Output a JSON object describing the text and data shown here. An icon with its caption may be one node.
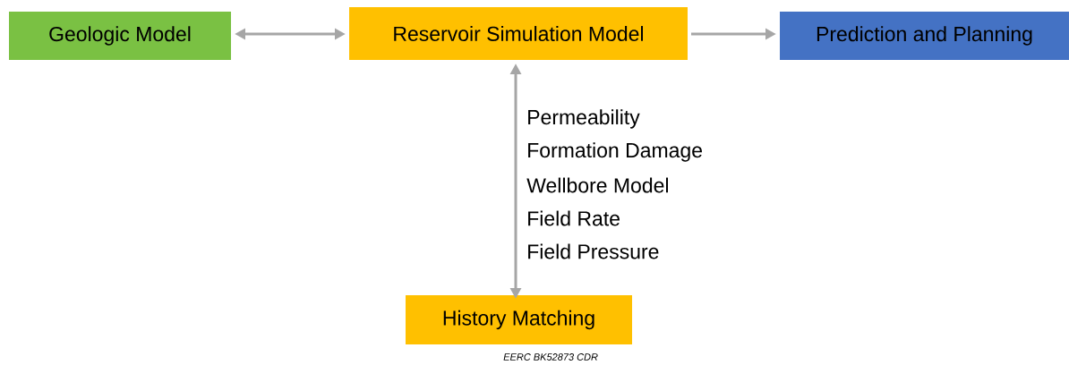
{
  "diagram": {
    "nodes": [
      {
        "text": [
          "Geologic Model"
        ]
      },
      {
        "text": [
          "Reservoir Simulation Model"
        ]
      },
      {
        "text": [
          "Prediction and Planning"
        ]
      },
      {
        "text": [
          "History Matching"
        ]
      }
    ],
    "edges": [
      {
        "from": 0,
        "to": 1,
        "arrow": "both"
      },
      {
        "from": 1,
        "to": 2,
        "arrow": "to"
      },
      {
        "from": 1,
        "to": 3,
        "arrow": "both"
      }
    ],
    "labels": [
      "Permeability",
      "Formation Damage",
      "Wellbore Model",
      "Field Rate",
      "Field Pressure",
      "EERC BK52873 CDR"
    ]
  }
}
